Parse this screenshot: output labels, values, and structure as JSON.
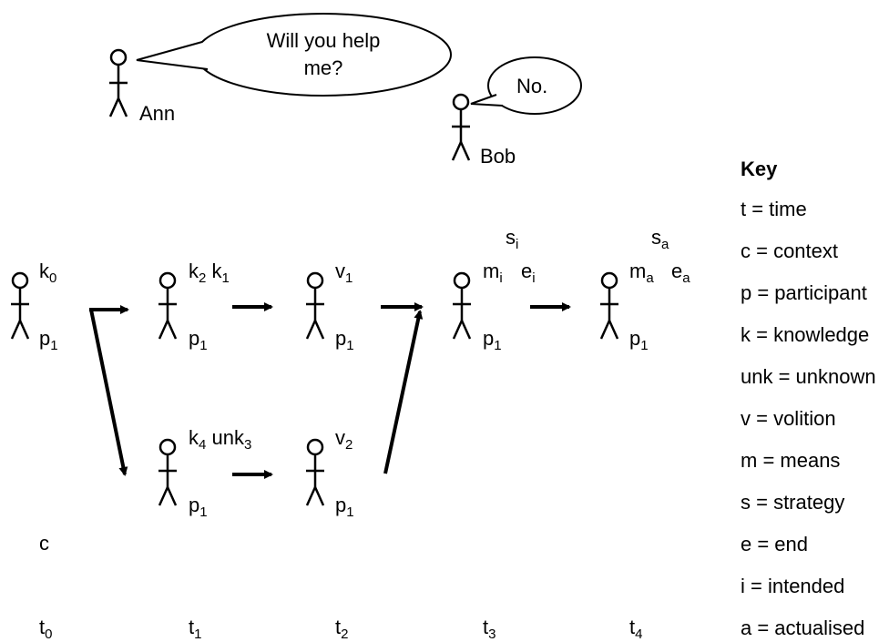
{
  "dialogue": {
    "ann_name": "Ann",
    "ann_speech_line1": "Will you help",
    "ann_speech_line2": "me?",
    "bob_name": "Bob",
    "bob_speech": "No."
  },
  "labels": {
    "k": "k",
    "p": "p",
    "v": "v",
    "unk": "unk",
    "m": "m",
    "s": "s",
    "e": "e",
    "t": "t",
    "c": "c",
    "n0": "0",
    "n1": "1",
    "n2": "2",
    "n3": "3",
    "n4": "4",
    "i": "i",
    "a": "a"
  },
  "key": {
    "title": "Key",
    "items": [
      "t = time",
      "c = context",
      "p = participant",
      "k = knowledge",
      "unk = unknown",
      "v = volition",
      "m = means",
      "s = strategy",
      "e = end",
      "i = intended",
      "a = actualised"
    ]
  }
}
